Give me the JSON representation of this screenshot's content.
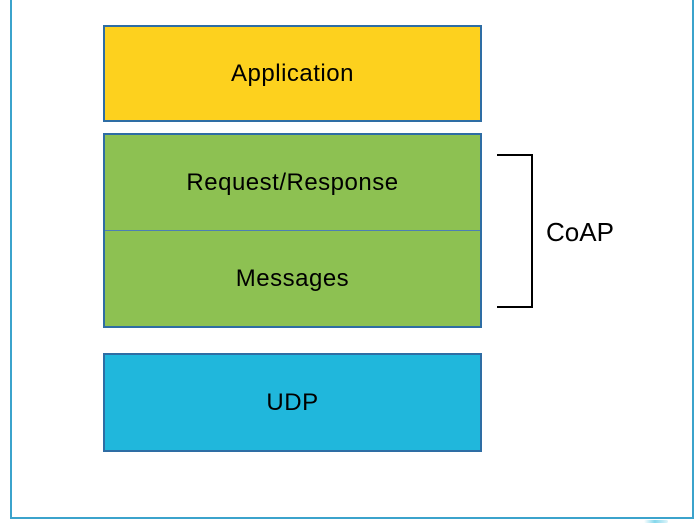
{
  "frame": {
    "color": "#3BA3CC"
  },
  "stack": {
    "application": {
      "label": "Application",
      "fill": "#FDD11E",
      "border": "#2E6DA4"
    },
    "coap_group": {
      "request_response_label": "Request/Response",
      "messages_label": "Messages",
      "fill": "#8DC152",
      "border": "#2E6DA4",
      "divider": "#4C7FB5",
      "bracket_label": "CoAP",
      "bracket_color": "#000000"
    },
    "udp": {
      "label": "UDP",
      "fill": "#20B7DC",
      "border": "#2E6DA4"
    }
  },
  "text_color": "#000000"
}
